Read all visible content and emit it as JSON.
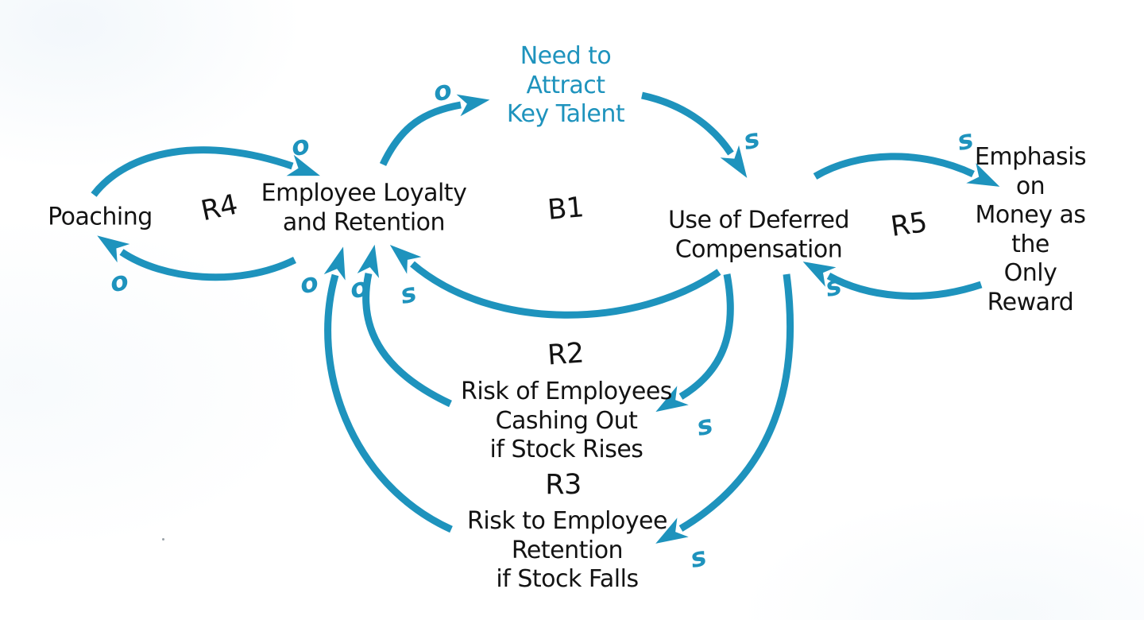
{
  "diagram": {
    "accent_color": "#1e93bd",
    "ink_color": "#131313",
    "nodes": {
      "poaching": {
        "label": "Poaching"
      },
      "loyalty": {
        "label": "Employee Loyalty\nand Retention"
      },
      "need": {
        "label": "Need to\nAttract\nKey Talent"
      },
      "deferred": {
        "label": "Use of Deferred\nCompensation"
      },
      "emphasis": {
        "label": "Emphasis on\nMoney as the\nOnly Reward"
      },
      "risk_cash_out": {
        "label": "Risk of Employees\nCashing Out\nif Stock Rises"
      },
      "risk_retention": {
        "label": "Risk to Employee\nRetention\nif Stock Falls"
      }
    },
    "loops": {
      "r4": "R4",
      "b1": "B1",
      "r2": "R2",
      "r3": "R3",
      "r5": "R5"
    },
    "polarities": {
      "poaching_to_loyalty": "o",
      "loyalty_to_poaching": "o",
      "loyalty_to_need": "o",
      "need_to_deferred": "s",
      "deferred_to_emphasis": "s",
      "emphasis_to_deferred": "s",
      "deferred_to_loyalty": "s",
      "risk_retention_to_loyalty": "o",
      "risk_cash_out_to_loyalty": "o",
      "deferred_to_risk_cash_out": "s",
      "deferred_to_risk_retention": "s"
    }
  }
}
